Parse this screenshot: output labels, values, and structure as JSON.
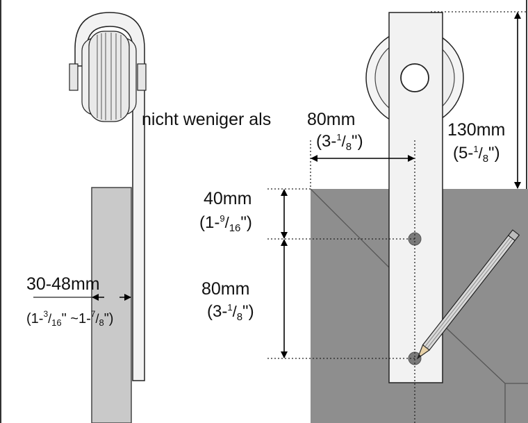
{
  "colors": {
    "door": "#c9c9c9",
    "door_right": "#8e8e8e",
    "strap": "#f2f2f2",
    "line": "#222222",
    "arrow": "#000000",
    "frame": "#333333",
    "hole": "#7a7a7a"
  },
  "labels": {
    "min_distance": "nicht weniger als",
    "min_distance_mm": "80mm",
    "min_distance_in_a": "(3-",
    "min_distance_in_frac_top": "1",
    "min_distance_in_frac_bot": "8",
    "min_distance_in_b": "\")",
    "height_mm": "130mm",
    "height_in_a": "(5-",
    "height_in_frac_top": "1",
    "height_in_frac_bot": "8",
    "height_in_b": "\")",
    "top_hole_mm": "40mm",
    "top_hole_in_a": "(1-",
    "top_hole_in_frac_top": "9",
    "top_hole_in_frac_bot": "16",
    "top_hole_in_b": "\")",
    "hole_spacing_mm": "80mm",
    "hole_spacing_in_a": "(3-",
    "hole_spacing_in_frac_top": "1",
    "hole_spacing_in_frac_bot": "8",
    "hole_spacing_in_b": "\")",
    "door_thickness_mm": "30-48mm",
    "door_thickness_in_a": "(1-",
    "door_thickness_in_f1_top": "3",
    "door_thickness_in_f1_bot": "16",
    "door_thickness_in_mid": "\" ~1-",
    "door_thickness_in_f2_top": "7",
    "door_thickness_in_f2_bot": "8",
    "door_thickness_in_b": "\")"
  }
}
